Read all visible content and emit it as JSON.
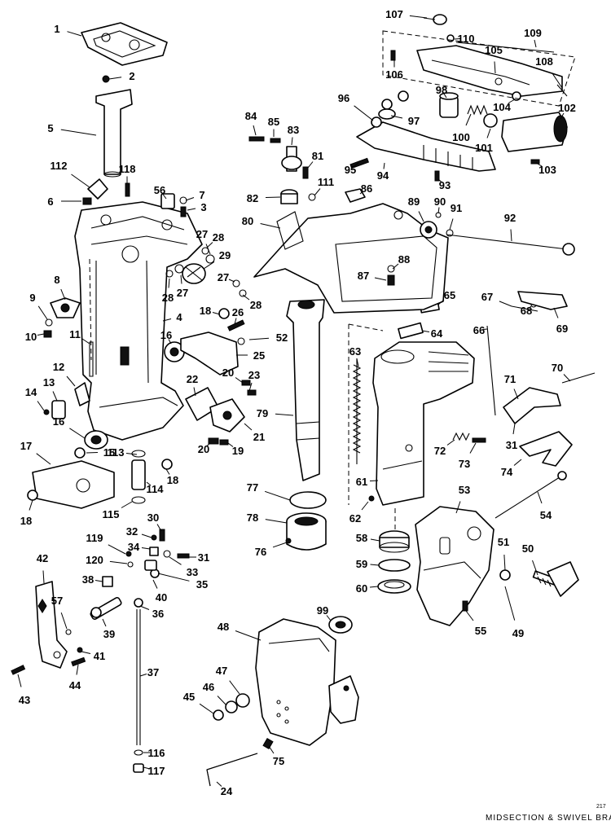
{
  "footer": {
    "caption": "MIDSECTION & SWIVEL BRACKET ASSEMBLY",
    "plate_number": "217"
  },
  "callouts": [
    {
      "n": "1"
    },
    {
      "n": "2"
    },
    {
      "n": "3"
    },
    {
      "n": "4"
    },
    {
      "n": "5"
    },
    {
      "n": "6"
    },
    {
      "n": "7"
    },
    {
      "n": "8"
    },
    {
      "n": "9"
    },
    {
      "n": "10"
    },
    {
      "n": "11"
    },
    {
      "n": "12"
    },
    {
      "n": "13"
    },
    {
      "n": "14"
    },
    {
      "n": "15"
    },
    {
      "n": "16"
    },
    {
      "n": "16"
    },
    {
      "n": "17"
    },
    {
      "n": "18"
    },
    {
      "n": "18"
    },
    {
      "n": "18"
    },
    {
      "n": "19"
    },
    {
      "n": "20"
    },
    {
      "n": "20"
    },
    {
      "n": "21"
    },
    {
      "n": "22"
    },
    {
      "n": "23"
    },
    {
      "n": "24"
    },
    {
      "n": "25"
    },
    {
      "n": "26"
    },
    {
      "n": "27"
    },
    {
      "n": "27"
    },
    {
      "n": "27"
    },
    {
      "n": "28"
    },
    {
      "n": "28"
    },
    {
      "n": "28"
    },
    {
      "n": "29"
    },
    {
      "n": "30"
    },
    {
      "n": "31"
    },
    {
      "n": "31"
    },
    {
      "n": "32"
    },
    {
      "n": "33"
    },
    {
      "n": "34"
    },
    {
      "n": "35"
    },
    {
      "n": "36"
    },
    {
      "n": "37"
    },
    {
      "n": "38"
    },
    {
      "n": "39"
    },
    {
      "n": "40"
    },
    {
      "n": "41"
    },
    {
      "n": "42"
    },
    {
      "n": "43"
    },
    {
      "n": "44"
    },
    {
      "n": "45"
    },
    {
      "n": "46"
    },
    {
      "n": "47"
    },
    {
      "n": "48"
    },
    {
      "n": "49"
    },
    {
      "n": "50"
    },
    {
      "n": "51"
    },
    {
      "n": "52"
    },
    {
      "n": "53"
    },
    {
      "n": "54"
    },
    {
      "n": "55"
    },
    {
      "n": "56"
    },
    {
      "n": "57"
    },
    {
      "n": "58"
    },
    {
      "n": "59"
    },
    {
      "n": "60"
    },
    {
      "n": "61"
    },
    {
      "n": "62"
    },
    {
      "n": "63"
    },
    {
      "n": "64"
    },
    {
      "n": "65"
    },
    {
      "n": "66"
    },
    {
      "n": "67"
    },
    {
      "n": "68"
    },
    {
      "n": "69"
    },
    {
      "n": "70"
    },
    {
      "n": "71"
    },
    {
      "n": "72"
    },
    {
      "n": "73"
    },
    {
      "n": "74"
    },
    {
      "n": "75"
    },
    {
      "n": "76"
    },
    {
      "n": "77"
    },
    {
      "n": "78"
    },
    {
      "n": "79"
    },
    {
      "n": "80"
    },
    {
      "n": "81"
    },
    {
      "n": "82"
    },
    {
      "n": "83"
    },
    {
      "n": "84"
    },
    {
      "n": "85"
    },
    {
      "n": "86"
    },
    {
      "n": "87"
    },
    {
      "n": "88"
    },
    {
      "n": "89"
    },
    {
      "n": "90"
    },
    {
      "n": "91"
    },
    {
      "n": "92"
    },
    {
      "n": "93"
    },
    {
      "n": "94"
    },
    {
      "n": "95"
    },
    {
      "n": "96"
    },
    {
      "n": "97"
    },
    {
      "n": "98"
    },
    {
      "n": "99"
    },
    {
      "n": "100"
    },
    {
      "n": "101"
    },
    {
      "n": "102"
    },
    {
      "n": "103"
    },
    {
      "n": "104"
    },
    {
      "n": "105"
    },
    {
      "n": "106"
    },
    {
      "n": "107"
    },
    {
      "n": "108"
    },
    {
      "n": "109"
    },
    {
      "n": "110"
    },
    {
      "n": "111"
    },
    {
      "n": "112"
    },
    {
      "n": "113"
    },
    {
      "n": "114"
    },
    {
      "n": "115"
    },
    {
      "n": "116"
    },
    {
      "n": "117"
    },
    {
      "n": "118"
    },
    {
      "n": "119"
    },
    {
      "n": "120"
    }
  ]
}
